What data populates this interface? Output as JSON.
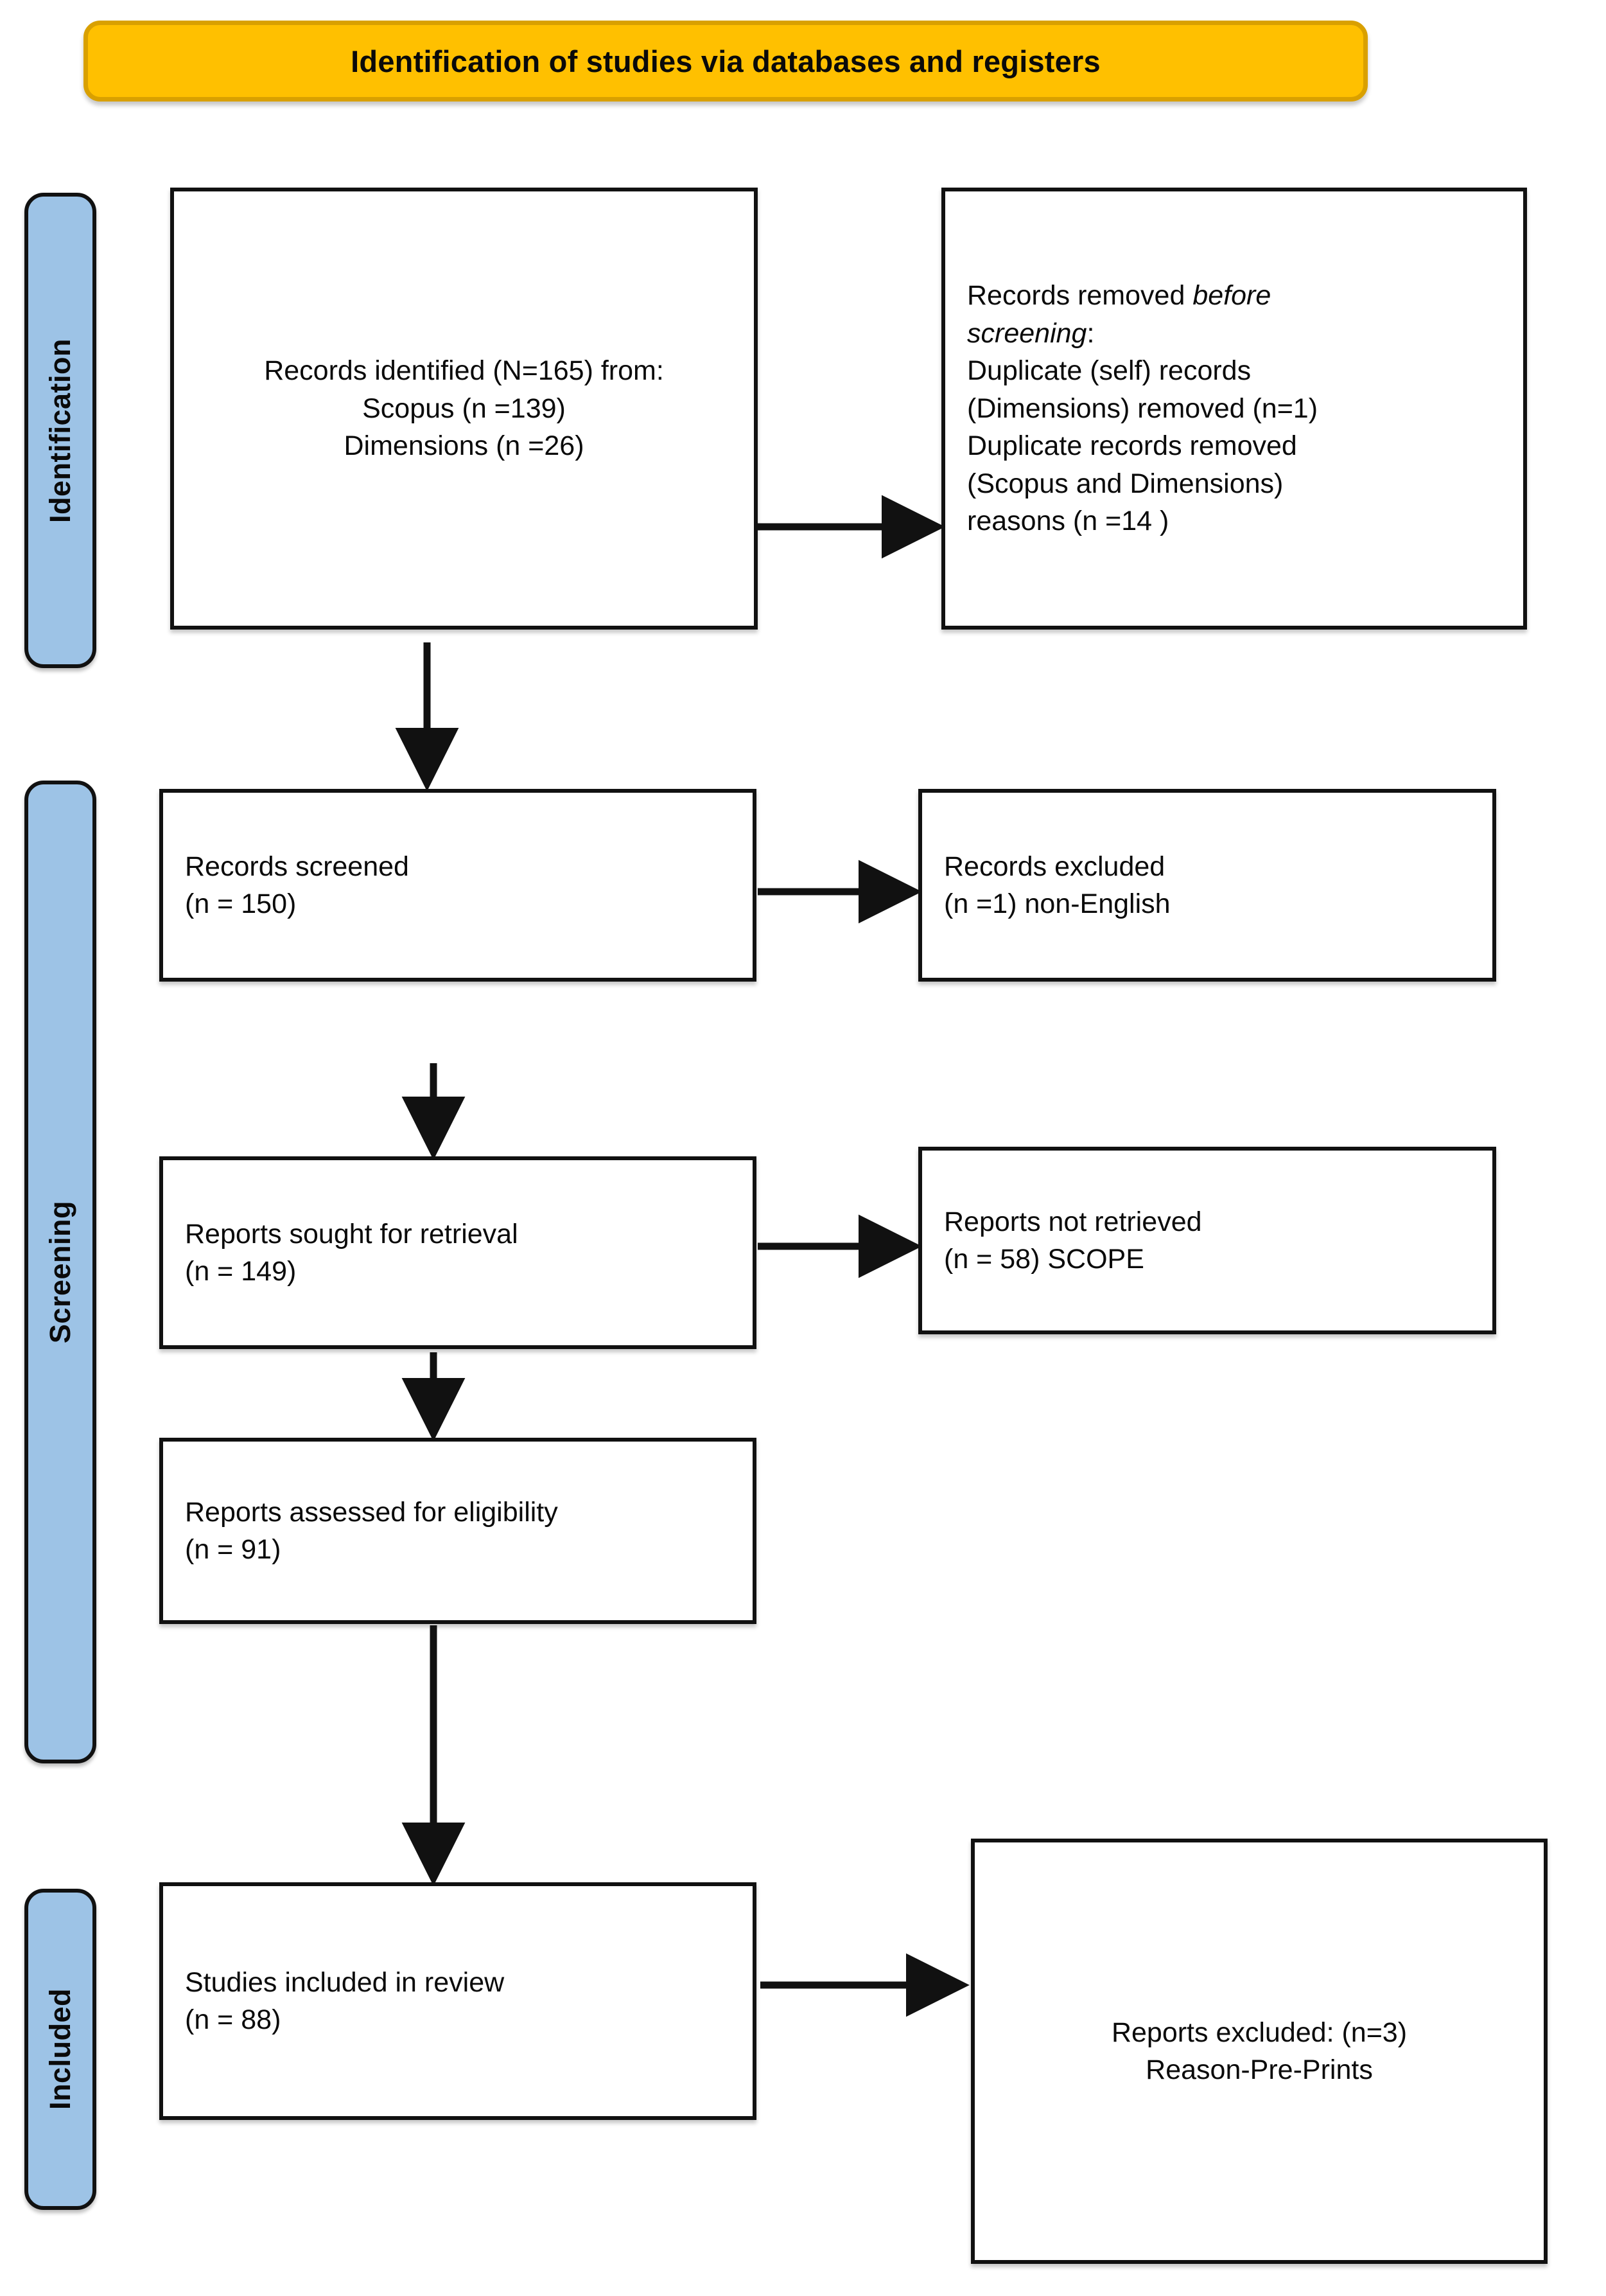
{
  "banner": {
    "title": "Identification of studies via databases and registers",
    "bg_color": "#FFC000",
    "border_color": "#D9A000"
  },
  "stages": {
    "bar_color": "#9DC3E6",
    "items": [
      {
        "id": "identification",
        "label": "Identification"
      },
      {
        "id": "screening",
        "label": "Screening"
      },
      {
        "id": "included",
        "label": "Included"
      }
    ]
  },
  "boxes": {
    "records_identified": {
      "text": "Records identified (N=165) from:\n  Scopus (n =139)\n  Dimensions (n =26)"
    },
    "records_removed": {
      "line1_plain": "Records removed ",
      "line1_italic": "before",
      "line2_italic": "screening",
      "line2_plain": ":",
      "rest": "Duplicate (self) records\n(Dimensions) removed (n=1)\nDuplicate records removed\n(Scopus and Dimensions)\nreasons (n =14 )"
    },
    "records_screened": {
      "text": "Records screened\n(n = 150)"
    },
    "records_excluded": {
      "text": "Records excluded\n(n =1) non-English"
    },
    "reports_sought": {
      "text": "Reports sought for retrieval\n(n = 149)"
    },
    "reports_not_retrieved": {
      "text": "Reports not retrieved\n(n = 58) SCOPE"
    },
    "reports_assessed": {
      "text": "Reports assessed for eligibility\n(n = 91)"
    },
    "studies_included": {
      "text": "Studies included in review\n(n = 88)"
    },
    "reports_excluded_final": {
      "text": "Reports excluded: (n=3)\nReason-Pre-Prints"
    }
  },
  "chart_data": {
    "type": "diagram",
    "title": "Identification of studies via databases and registers",
    "nodes": [
      {
        "id": "records_identified",
        "stage": "Identification",
        "label": "Records identified from databases",
        "total": 165,
        "sources": [
          {
            "name": "Scopus",
            "n": 139
          },
          {
            "name": "Dimensions",
            "n": 26
          }
        ]
      },
      {
        "id": "records_removed",
        "stage": "Identification",
        "label": "Records removed before screening",
        "duplicate_self_dimensions": 1,
        "duplicate_scopus_and_dimensions": 14
      },
      {
        "id": "records_screened",
        "stage": "Screening",
        "label": "Records screened",
        "n": 150
      },
      {
        "id": "records_excluded",
        "stage": "Screening",
        "label": "Records excluded",
        "n": 1,
        "reason": "non-English"
      },
      {
        "id": "reports_sought",
        "stage": "Screening",
        "label": "Reports sought for retrieval",
        "n": 149
      },
      {
        "id": "reports_not_retrieved",
        "stage": "Screening",
        "label": "Reports not retrieved",
        "n": 58,
        "reason": "SCOPE"
      },
      {
        "id": "reports_assessed",
        "stage": "Screening",
        "label": "Reports assessed for eligibility",
        "n": 91
      },
      {
        "id": "studies_included",
        "stage": "Included",
        "label": "Studies included in review",
        "n": 88
      },
      {
        "id": "reports_excluded_final",
        "stage": "Included",
        "label": "Reports excluded",
        "n": 3,
        "reason": "Pre-Prints"
      }
    ],
    "edges": [
      {
        "from": "records_identified",
        "to": "records_removed",
        "direction": "right"
      },
      {
        "from": "records_identified",
        "to": "records_screened",
        "direction": "down"
      },
      {
        "from": "records_screened",
        "to": "records_excluded",
        "direction": "right"
      },
      {
        "from": "records_screened",
        "to": "reports_sought",
        "direction": "down"
      },
      {
        "from": "reports_sought",
        "to": "reports_not_retrieved",
        "direction": "right"
      },
      {
        "from": "reports_sought",
        "to": "reports_assessed",
        "direction": "down"
      },
      {
        "from": "reports_assessed",
        "to": "studies_included",
        "direction": "down"
      },
      {
        "from": "studies_included",
        "to": "reports_excluded_final",
        "direction": "right"
      }
    ]
  }
}
